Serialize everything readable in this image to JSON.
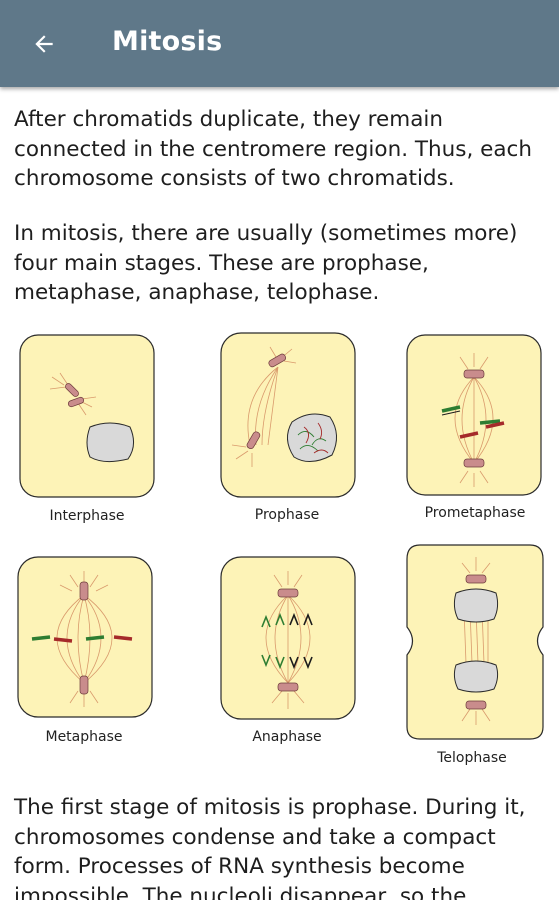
{
  "app_bar": {
    "title": "Mitosis",
    "back_icon": "arrow-back-icon",
    "background_color": "#5f7889"
  },
  "content": {
    "paragraph_1": "After chromatids duplicate, they remain connected in the centromere region. Thus, each chromosome consists of two chromatids.",
    "paragraph_2": "In mitosis, there are usually (sometimes more) four main stages. These are prophase, metaphase, anaphase, telophase.",
    "paragraph_3": "The first stage of mitosis is prophase. During it, chromosomes condense and take a compact form. Processes of RNA synthesis become impossible. The nucleoli disappear, so the"
  },
  "diagram": {
    "labels": {
      "interphase": "Interphase",
      "prophase": "Prophase",
      "prometaphase": "Prometaphase",
      "metaphase": "Metaphase",
      "anaphase": "Anaphase",
      "telophase": "Telophase"
    },
    "colors": {
      "cell_fill": "#fdf3b7",
      "cell_stroke": "#2b2b2b",
      "nucleus_fill": "#d9d9d9",
      "centrosome_fill": "#c98c8c",
      "spindle": "#d99a6c",
      "chromosome_green": "#2e7d32",
      "chromosome_red": "#a52a2a"
    }
  }
}
